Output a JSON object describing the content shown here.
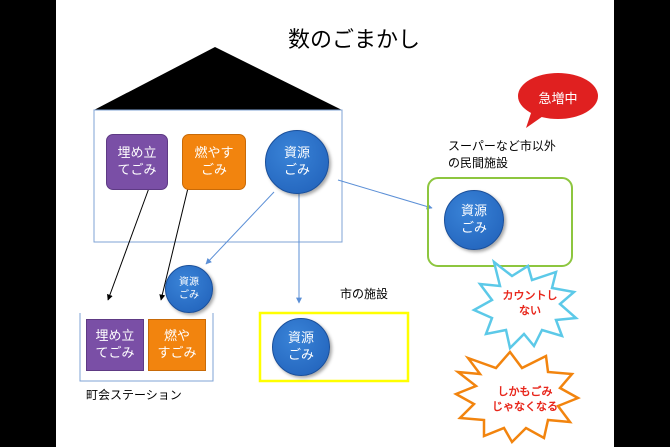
{
  "title": "数のごまかし",
  "house": {
    "burnable_left": "埋め立\nてごみ",
    "burnable_right": "燃やす\nごみ",
    "resource": "資源\nごみ"
  },
  "station": {
    "label": "町会ステーション",
    "left_box": "埋め立\nてごみ",
    "right_box": "燃や\nすごみ",
    "small_resource": "資源\nごみ"
  },
  "city": {
    "label": "市の施設",
    "resource": "資源\nごみ"
  },
  "private": {
    "label": "スーパーなど市以外\nの民間施設",
    "resource": "資源\nごみ"
  },
  "callouts": {
    "rising": "急増中",
    "not_counted": "カウントし\nない",
    "not_garbage": "しかもごみ\nじゃなくなる"
  },
  "colors": {
    "purple_box": "#7a4fa6",
    "orange_box": "#f2840e",
    "resource_circle": "#2a70c8",
    "private_frame": "#8dc63f",
    "city_frame": "#ffff00",
    "red_bubble": "#e02020"
  }
}
